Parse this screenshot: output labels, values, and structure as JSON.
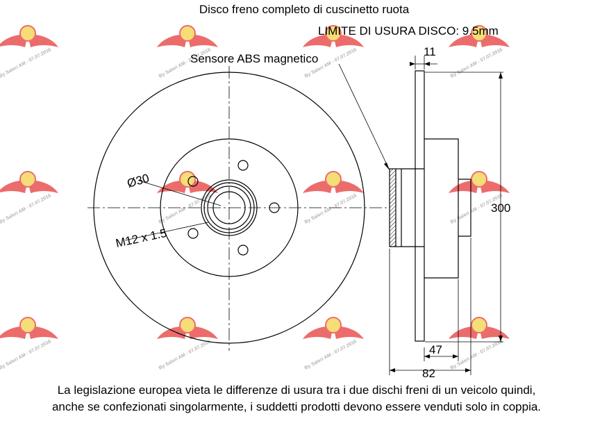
{
  "title": "Disco freno completo di cuscinetto ruota",
  "wear_limit": "LIMITE DI USURA DISCO: 9.5mm",
  "abs_label": "Sensore ABS magnetico",
  "dimensions": {
    "thickness": "11",
    "bore": "Ø30",
    "thread": "M12 x 1.5",
    "diameter": "300",
    "hub_offset": "47",
    "total_width": "82"
  },
  "note_line1": "La legislazione europea vieta le differenze di usura tra i due dischi freni di un veicolo quindi,",
  "note_line2": "anche se confezionati singolarmente, i suddetti prodotti devono essere venduti solo in coppia.",
  "watermark_text": "By Saleri AM - 07.07.2016",
  "colors": {
    "watermark_wing": "#e63c3c",
    "watermark_badge": "#f2d24a",
    "line": "#000000"
  }
}
